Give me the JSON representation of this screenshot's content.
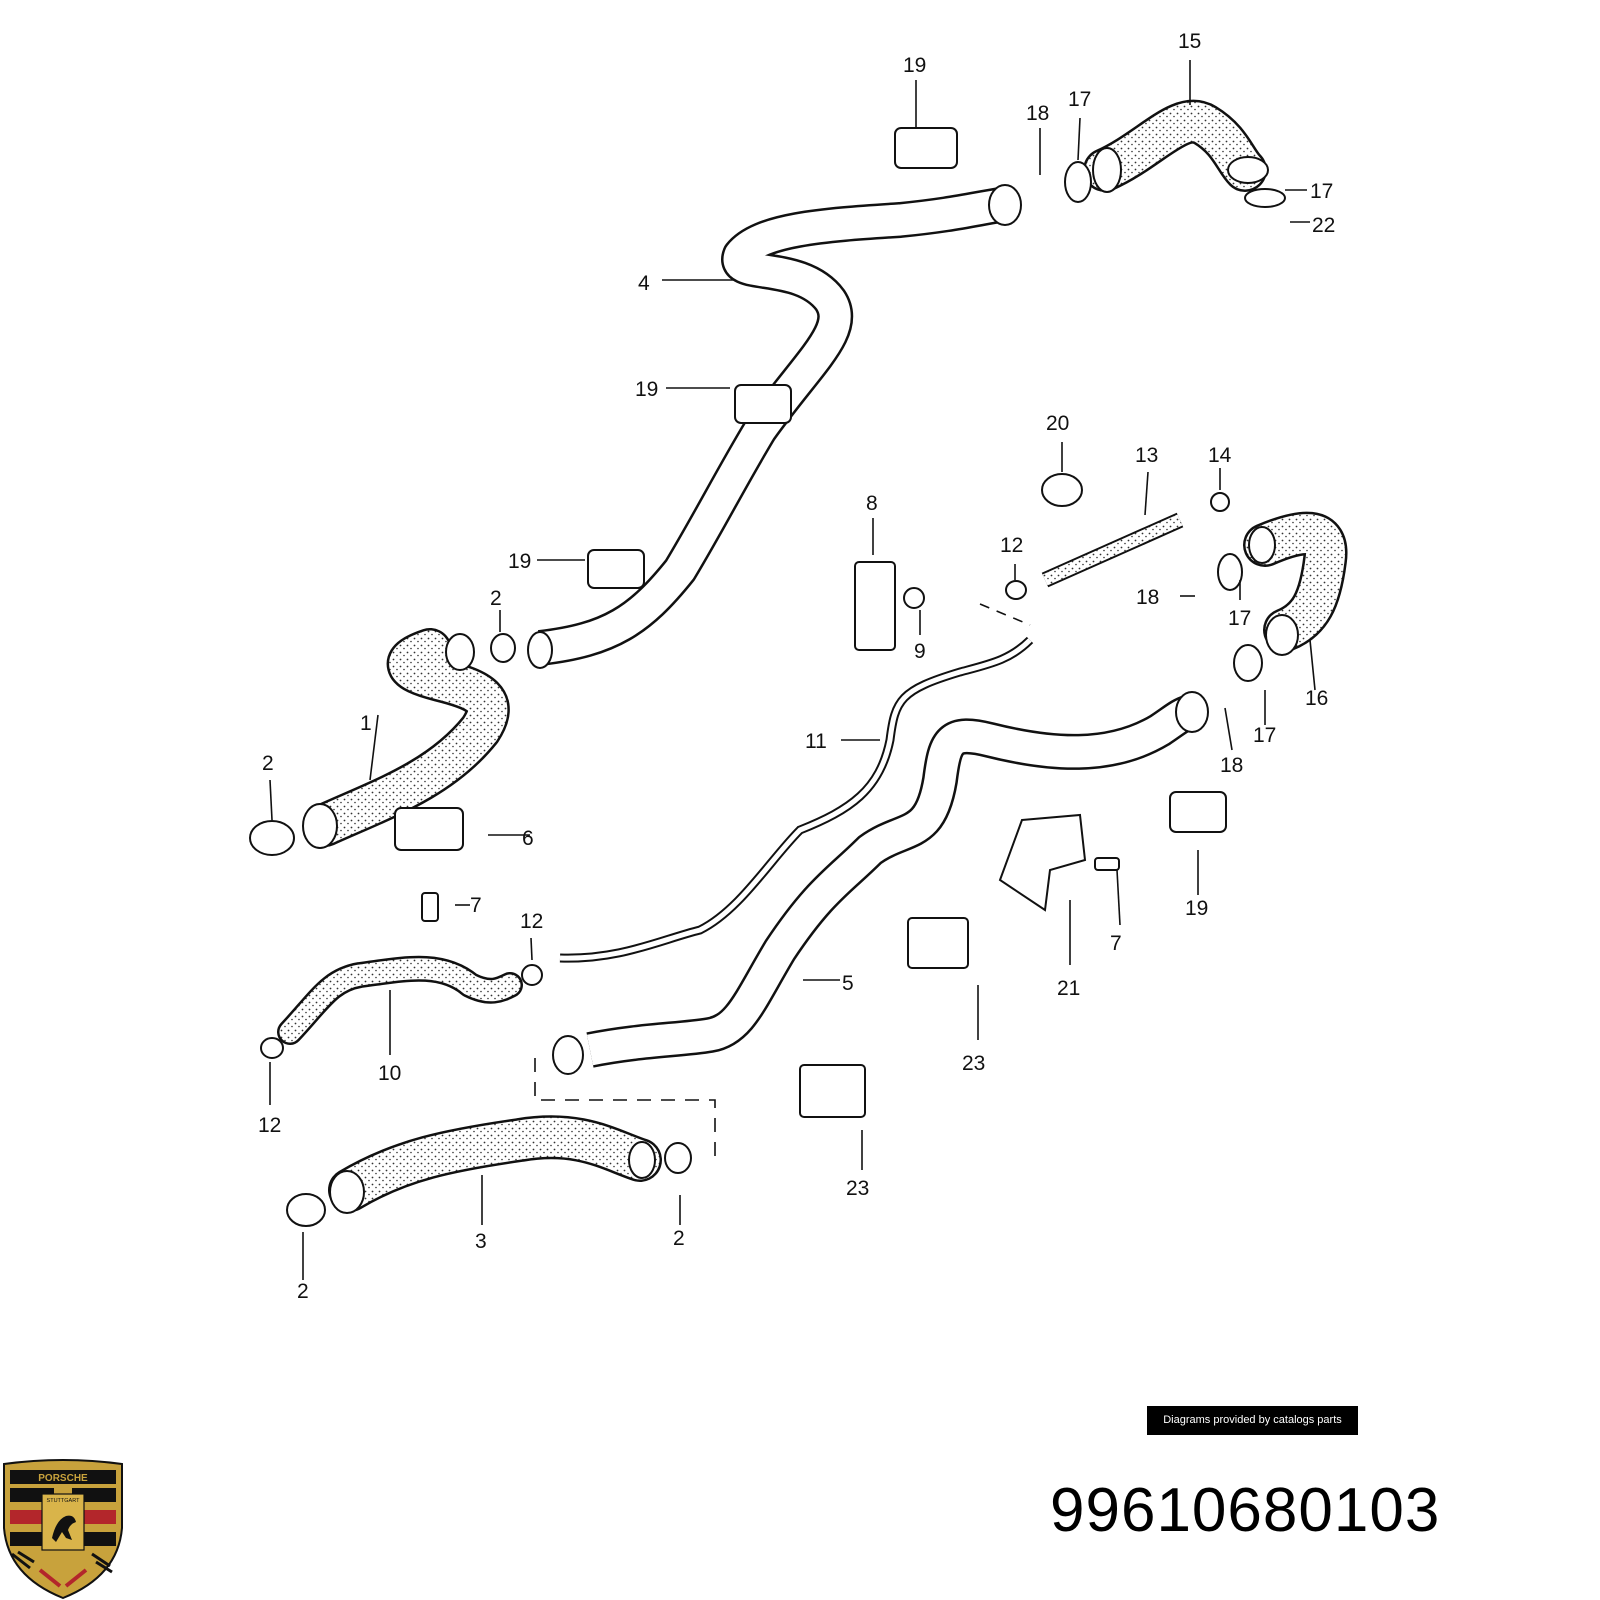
{
  "diagram": {
    "callouts": [
      {
        "id": "c1",
        "text": "1"
      },
      {
        "id": "c2a",
        "text": "2"
      },
      {
        "id": "c2b",
        "text": "2"
      },
      {
        "id": "c2c",
        "text": "2"
      },
      {
        "id": "c2d",
        "text": "2"
      },
      {
        "id": "c3",
        "text": "3"
      },
      {
        "id": "c4",
        "text": "4"
      },
      {
        "id": "c5",
        "text": "5"
      },
      {
        "id": "c6",
        "text": "6"
      },
      {
        "id": "c7a",
        "text": "7"
      },
      {
        "id": "c7b",
        "text": "7"
      },
      {
        "id": "c8",
        "text": "8"
      },
      {
        "id": "c9",
        "text": "9"
      },
      {
        "id": "c10",
        "text": "10"
      },
      {
        "id": "c11",
        "text": "11"
      },
      {
        "id": "c12a",
        "text": "12"
      },
      {
        "id": "c12b",
        "text": "12"
      },
      {
        "id": "c12c",
        "text": "12"
      },
      {
        "id": "c13",
        "text": "13"
      },
      {
        "id": "c14",
        "text": "14"
      },
      {
        "id": "c15",
        "text": "15"
      },
      {
        "id": "c16",
        "text": "16"
      },
      {
        "id": "c17a",
        "text": "17"
      },
      {
        "id": "c17b",
        "text": "17"
      },
      {
        "id": "c17c",
        "text": "17"
      },
      {
        "id": "c17d",
        "text": "17"
      },
      {
        "id": "c18a",
        "text": "18"
      },
      {
        "id": "c18b",
        "text": "18"
      },
      {
        "id": "c18c",
        "text": "18"
      },
      {
        "id": "c19a",
        "text": "19"
      },
      {
        "id": "c19b",
        "text": "19"
      },
      {
        "id": "c19c",
        "text": "19"
      },
      {
        "id": "c19d",
        "text": "19"
      },
      {
        "id": "c20",
        "text": "20"
      },
      {
        "id": "c21",
        "text": "21"
      },
      {
        "id": "c22",
        "text": "22"
      },
      {
        "id": "c23a",
        "text": "23"
      },
      {
        "id": "c23b",
        "text": "23"
      }
    ]
  },
  "credit": {
    "text": "Diagrams provided by catalogs parts"
  },
  "part_number": "99610680103",
  "logo": {
    "name": "porsche-crest-logo",
    "wordmark": "PORSCHE",
    "city": "STUTTGART",
    "colors": {
      "gold": "#c8a23c",
      "red": "#b3262b",
      "black": "#111111"
    }
  }
}
